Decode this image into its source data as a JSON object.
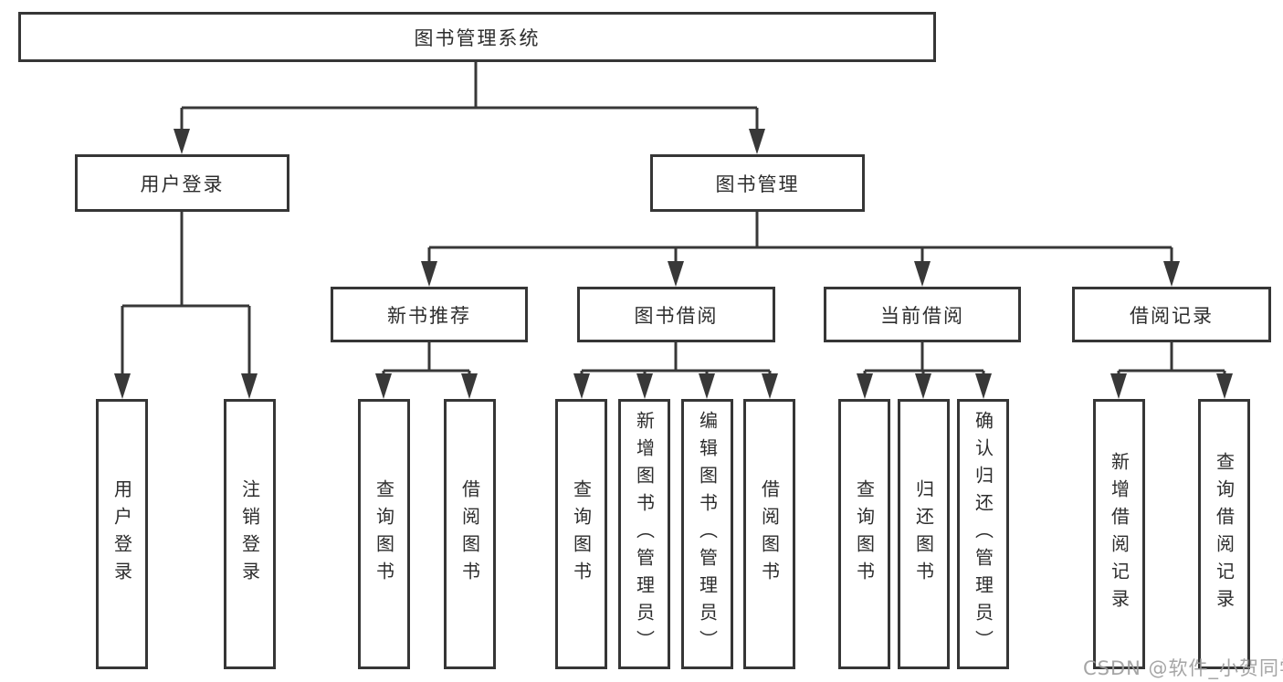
{
  "diagram": {
    "root": {
      "label": "图书管理系统"
    },
    "level2": [
      {
        "label": "用户登录"
      },
      {
        "label": "图书管理"
      }
    ],
    "level3": [
      {
        "label": "新书推荐",
        "parent": "图书管理"
      },
      {
        "label": "图书借阅",
        "parent": "图书管理"
      },
      {
        "label": "当前借阅",
        "parent": "图书管理"
      },
      {
        "label": "借阅记录",
        "parent": "图书管理"
      }
    ],
    "leaves": [
      {
        "label": "用户登录",
        "parent": "用户登录"
      },
      {
        "label": "注销登录",
        "parent": "用户登录"
      },
      {
        "label": "查询图书",
        "parent": "新书推荐"
      },
      {
        "label": "借阅图书",
        "parent": "新书推荐"
      },
      {
        "label": "查询图书",
        "parent": "图书借阅"
      },
      {
        "label": "新增图书（管理员）",
        "parent": "图书借阅"
      },
      {
        "label": "编辑图书（管理员）",
        "parent": "图书借阅"
      },
      {
        "label": "借阅图书",
        "parent": "图书借阅"
      },
      {
        "label": "查询图书",
        "parent": "当前借阅"
      },
      {
        "label": "归还图书",
        "parent": "当前借阅"
      },
      {
        "label": "确认归还（管理员）",
        "parent": "当前借阅"
      },
      {
        "label": "新增借阅记录",
        "parent": "借阅记录"
      },
      {
        "label": "查询借阅记录",
        "parent": "借阅记录"
      }
    ],
    "colors": {
      "line": "#383838",
      "box_border": "#363636",
      "box_fill": "#ffffff",
      "text": "#2d2d2d",
      "watermark": "#9c9c9c",
      "background": "#ffffff"
    }
  },
  "watermark": {
    "text": "CSDN @软件_小贺同学"
  }
}
